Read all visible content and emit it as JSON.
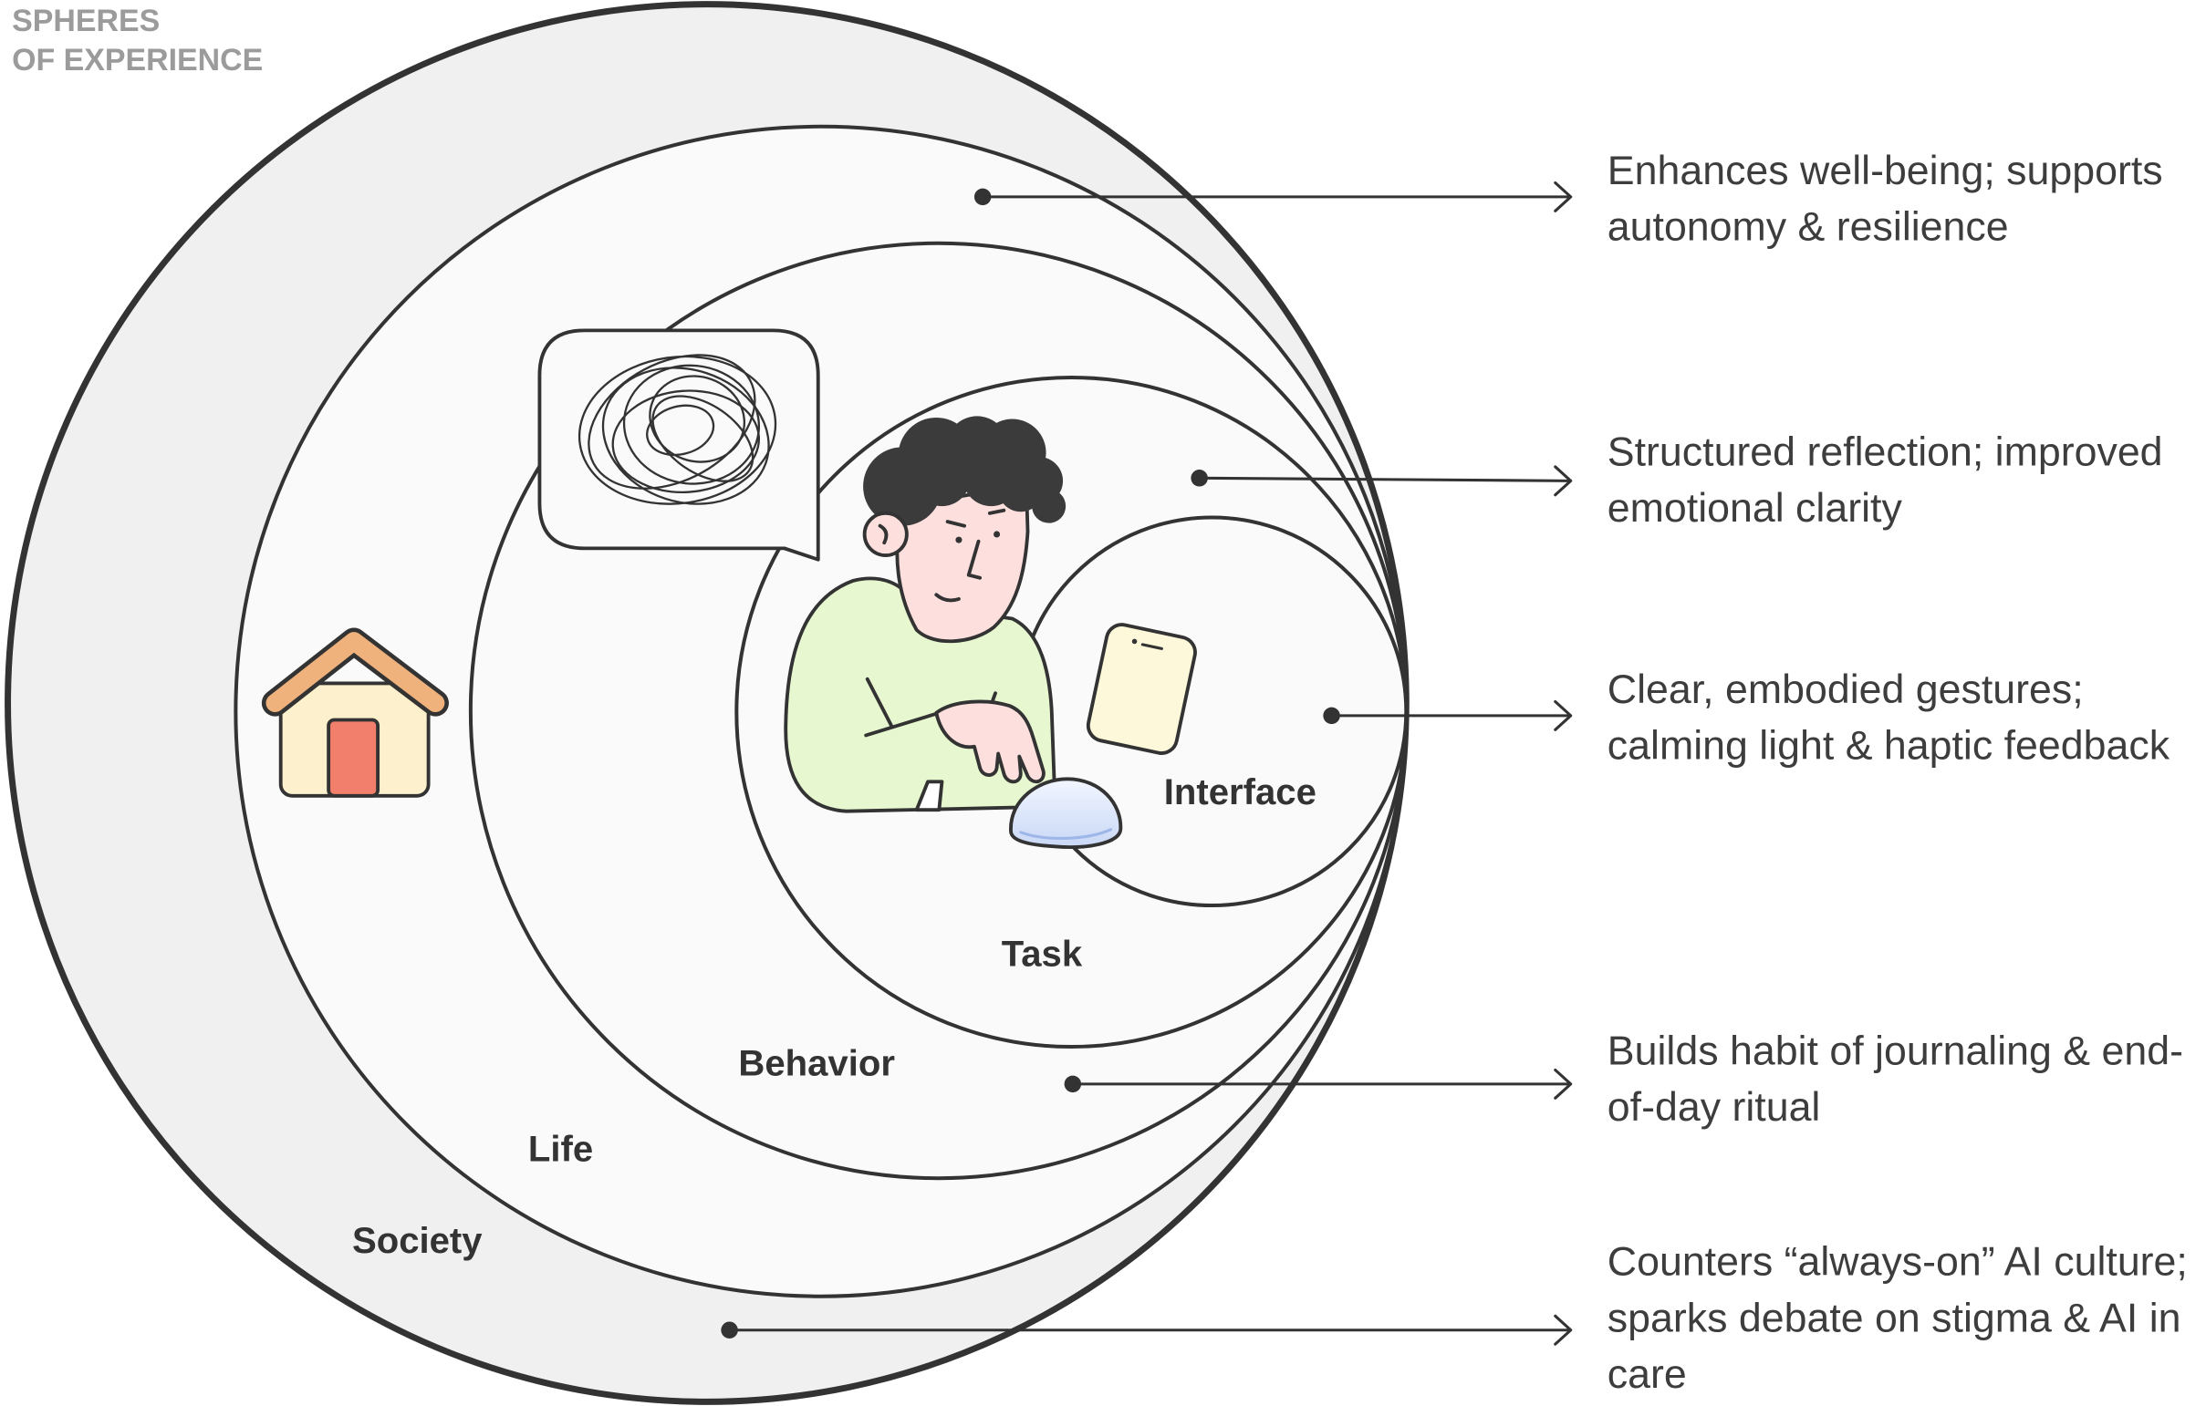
{
  "title": {
    "line1": "SPHERES",
    "line2": "OF EXPERIENCE"
  },
  "spheres": [
    {
      "label": "Society"
    },
    {
      "label": "Life"
    },
    {
      "label": "Behavior"
    },
    {
      "label": "Task"
    },
    {
      "label": "Interface"
    }
  ],
  "callouts": [
    {
      "lines": [
        "Enhances well-being; supports",
        "autonomy & resilience"
      ]
    },
    {
      "lines": [
        "Structured reflection; improved",
        "emotional clarity"
      ]
    },
    {
      "lines": [
        "Clear, embodied gestures;",
        "calming light & haptic feedback"
      ]
    },
    {
      "lines": [
        "Builds habit of journaling & end-",
        "of-day ritual"
      ]
    },
    {
      "lines": [
        "Counters “always-on” AI culture;",
        "sparks debate on stigma & AI in",
        "care"
      ]
    }
  ],
  "icons": [
    "house-icon",
    "speech-bubble-icon",
    "scribble-icon",
    "person-icon",
    "phone-icon",
    "dome-device-icon",
    "arrow-right-icon"
  ],
  "colors": {
    "ink": "#333333",
    "title": "#9b9b9b",
    "society_fill": "#f0f0f0",
    "inner_fill": "#fafafa",
    "roof": "#efb27c",
    "house_wall": "#fdf0cc",
    "door": "#f27f6b",
    "skin": "#fde0de",
    "hair": "#3b3b3b",
    "sweater": "#e7f7cf",
    "phone": "#fdf8da",
    "dome_light": "#f2f6ff",
    "dome_dark": "#c9d8f6"
  }
}
